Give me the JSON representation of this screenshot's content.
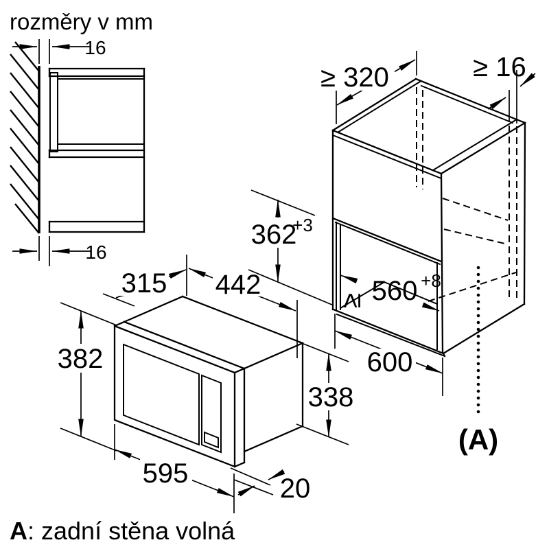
{
  "title": "rozměry v mm",
  "footnote": {
    "prefix": "A",
    "text": ": zadní stěna volná"
  },
  "reference_marker": "(A)",
  "left_view": {
    "top_gap": "16",
    "bottom_gap": "16"
  },
  "microwave": {
    "depth": "315",
    "top_width": "442",
    "front_height": "382",
    "front_width": "595",
    "frame_depth": "20",
    "body_height": "338"
  },
  "cabinet": {
    "top_clearance": "≥ 320",
    "rear_clearance": "≥ 16",
    "niche_height": "362",
    "niche_height_tolerance": "+3",
    "niche_width_sign": "≥",
    "niche_width": "560",
    "niche_width_tolerance": "+8",
    "outer_width": "600"
  }
}
